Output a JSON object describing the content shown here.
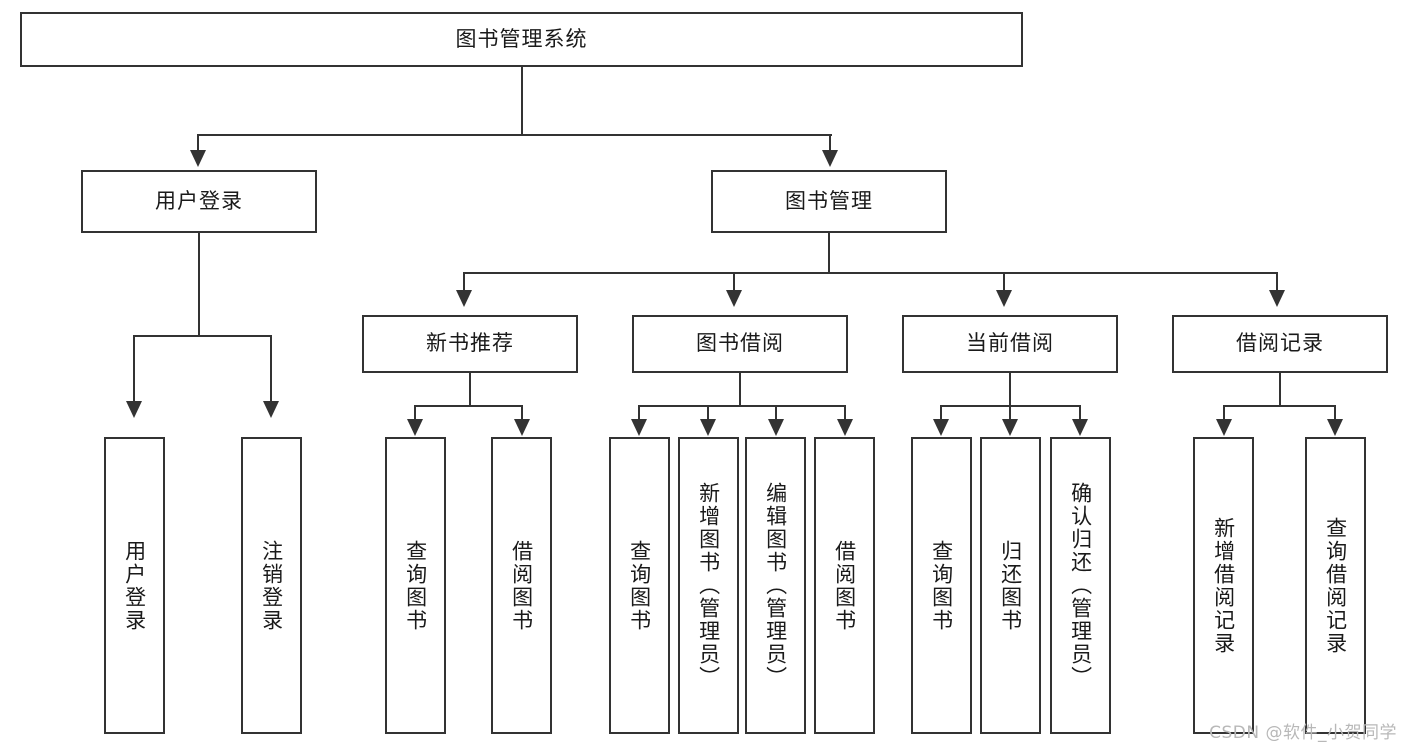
{
  "diagram": {
    "title": "图书管理系统",
    "type": "tree",
    "root": {
      "label": "图书管理系统"
    },
    "level2": [
      {
        "label": "用户登录"
      },
      {
        "label": "图书管理"
      }
    ],
    "level3": [
      {
        "label": "新书推荐"
      },
      {
        "label": "图书借阅"
      },
      {
        "label": "当前借阅"
      },
      {
        "label": "借阅记录"
      }
    ],
    "leaves": {
      "user_login": [
        {
          "label": "用户登录"
        },
        {
          "label": "注销登录"
        }
      ],
      "new_book_recommend": [
        {
          "label": "查询图书"
        },
        {
          "label": "借阅图书"
        }
      ],
      "book_borrow": [
        {
          "label": "查询图书"
        },
        {
          "label": "新增图书（管理员）"
        },
        {
          "label": "编辑图书（管理员）"
        },
        {
          "label": "借阅图书"
        }
      ],
      "current_borrow": [
        {
          "label": "查询图书"
        },
        {
          "label": "归还图书"
        },
        {
          "label": "确认归还（管理员）"
        }
      ],
      "borrow_record": [
        {
          "label": "新增借阅记录"
        },
        {
          "label": "查询借阅记录"
        }
      ]
    }
  },
  "watermark": {
    "text": "CSDN @软件_小贺同学"
  },
  "colors": {
    "stroke": "#333333",
    "fill": "#ffffff",
    "text": "#1a1a1a",
    "watermark": "#b8b8b8"
  }
}
